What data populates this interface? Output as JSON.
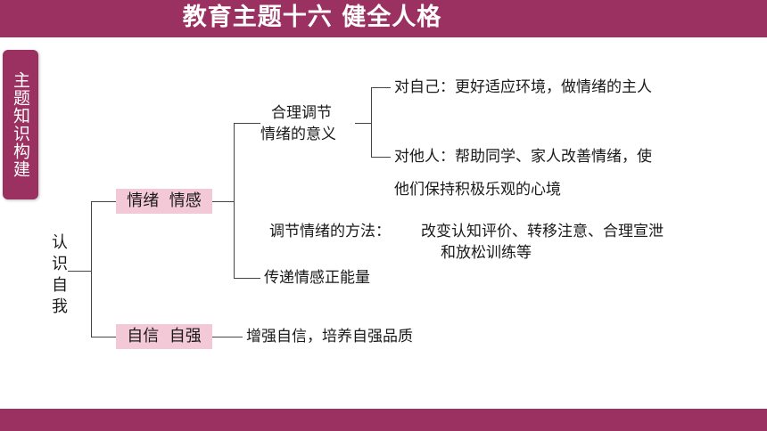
{
  "title": "教育主题十六 健全人格",
  "side_tab": "主题知识构建",
  "root": "认识自我",
  "branches": {
    "emotion": {
      "label": "情绪  情感",
      "meaning_node": {
        "line1": "合理调节",
        "line2": "情绪的意义"
      },
      "self": "对自己：更好适应环境，做情绪的主人",
      "others_line1": "对他人：帮助同学、家人改善情绪，使",
      "others_line2": "他们保持积极乐观的心境",
      "method_label": "调节情绪的方法：",
      "method_line1": "改变认知评价、转移注意、合理宣泄",
      "method_line2": "和放松训练等",
      "positive": "传递情感正能量"
    },
    "confidence": {
      "label": "自信  自强",
      "detail": "增强自信，培养自强品质"
    }
  },
  "colors": {
    "bar": "#9b3160",
    "highlight": "#f4c9d7"
  }
}
